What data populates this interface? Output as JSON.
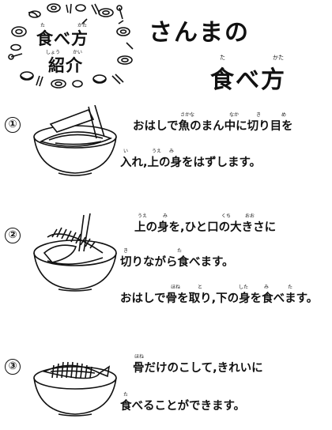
{
  "emblem": {
    "line1": "食べ方",
    "line2": "紹介",
    "ruby_ta": "た",
    "ruby_kata": "かた",
    "ruby_shou": "しょう",
    "ruby_kai": "かい"
  },
  "title": {
    "line1": "さんまの",
    "line2": "食べ方",
    "ruby_ta": "た",
    "ruby_kata": "かた"
  },
  "steps": [
    {
      "number": "①",
      "lines": [
        "おはしで魚のまん中に切り目を",
        "入れ,上の身をはずします。"
      ],
      "ruby": [
        "さかな",
        "なか",
        "き",
        "め",
        "い",
        "うえ",
        "み"
      ]
    },
    {
      "number": "②",
      "lines": [
        "上の身を,ひと口の大きさに",
        "切りながら食べます。",
        "おはしで骨を取り,下の身を食べます。"
      ],
      "ruby": [
        "うえ",
        "み",
        "くち",
        "おお",
        "き",
        "た",
        "ほね",
        "と",
        "した",
        "み",
        "た"
      ]
    },
    {
      "number": "③",
      "lines": [
        "骨だけのこして,きれいに",
        "食べることができます。"
      ],
      "ruby": [
        "ほね",
        "た"
      ]
    }
  ]
}
